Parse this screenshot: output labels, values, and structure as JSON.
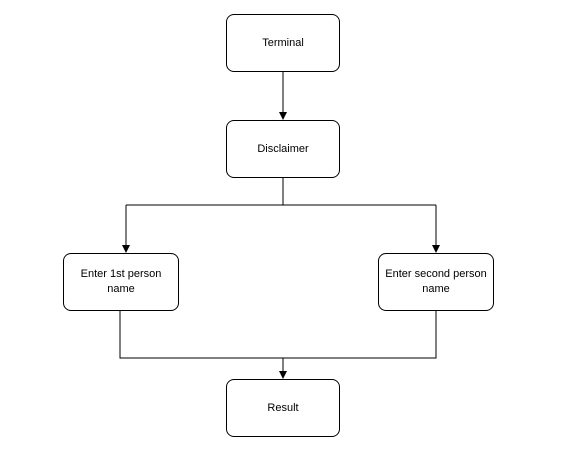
{
  "nodes": {
    "terminal": "Terminal",
    "disclaimer": "Disclaimer",
    "first_person": "Enter 1st person name",
    "second_person": "Enter second person name",
    "result": "Result"
  },
  "colors": {
    "stroke": "#000000",
    "fill": "#ffffff",
    "text": "#000000"
  }
}
